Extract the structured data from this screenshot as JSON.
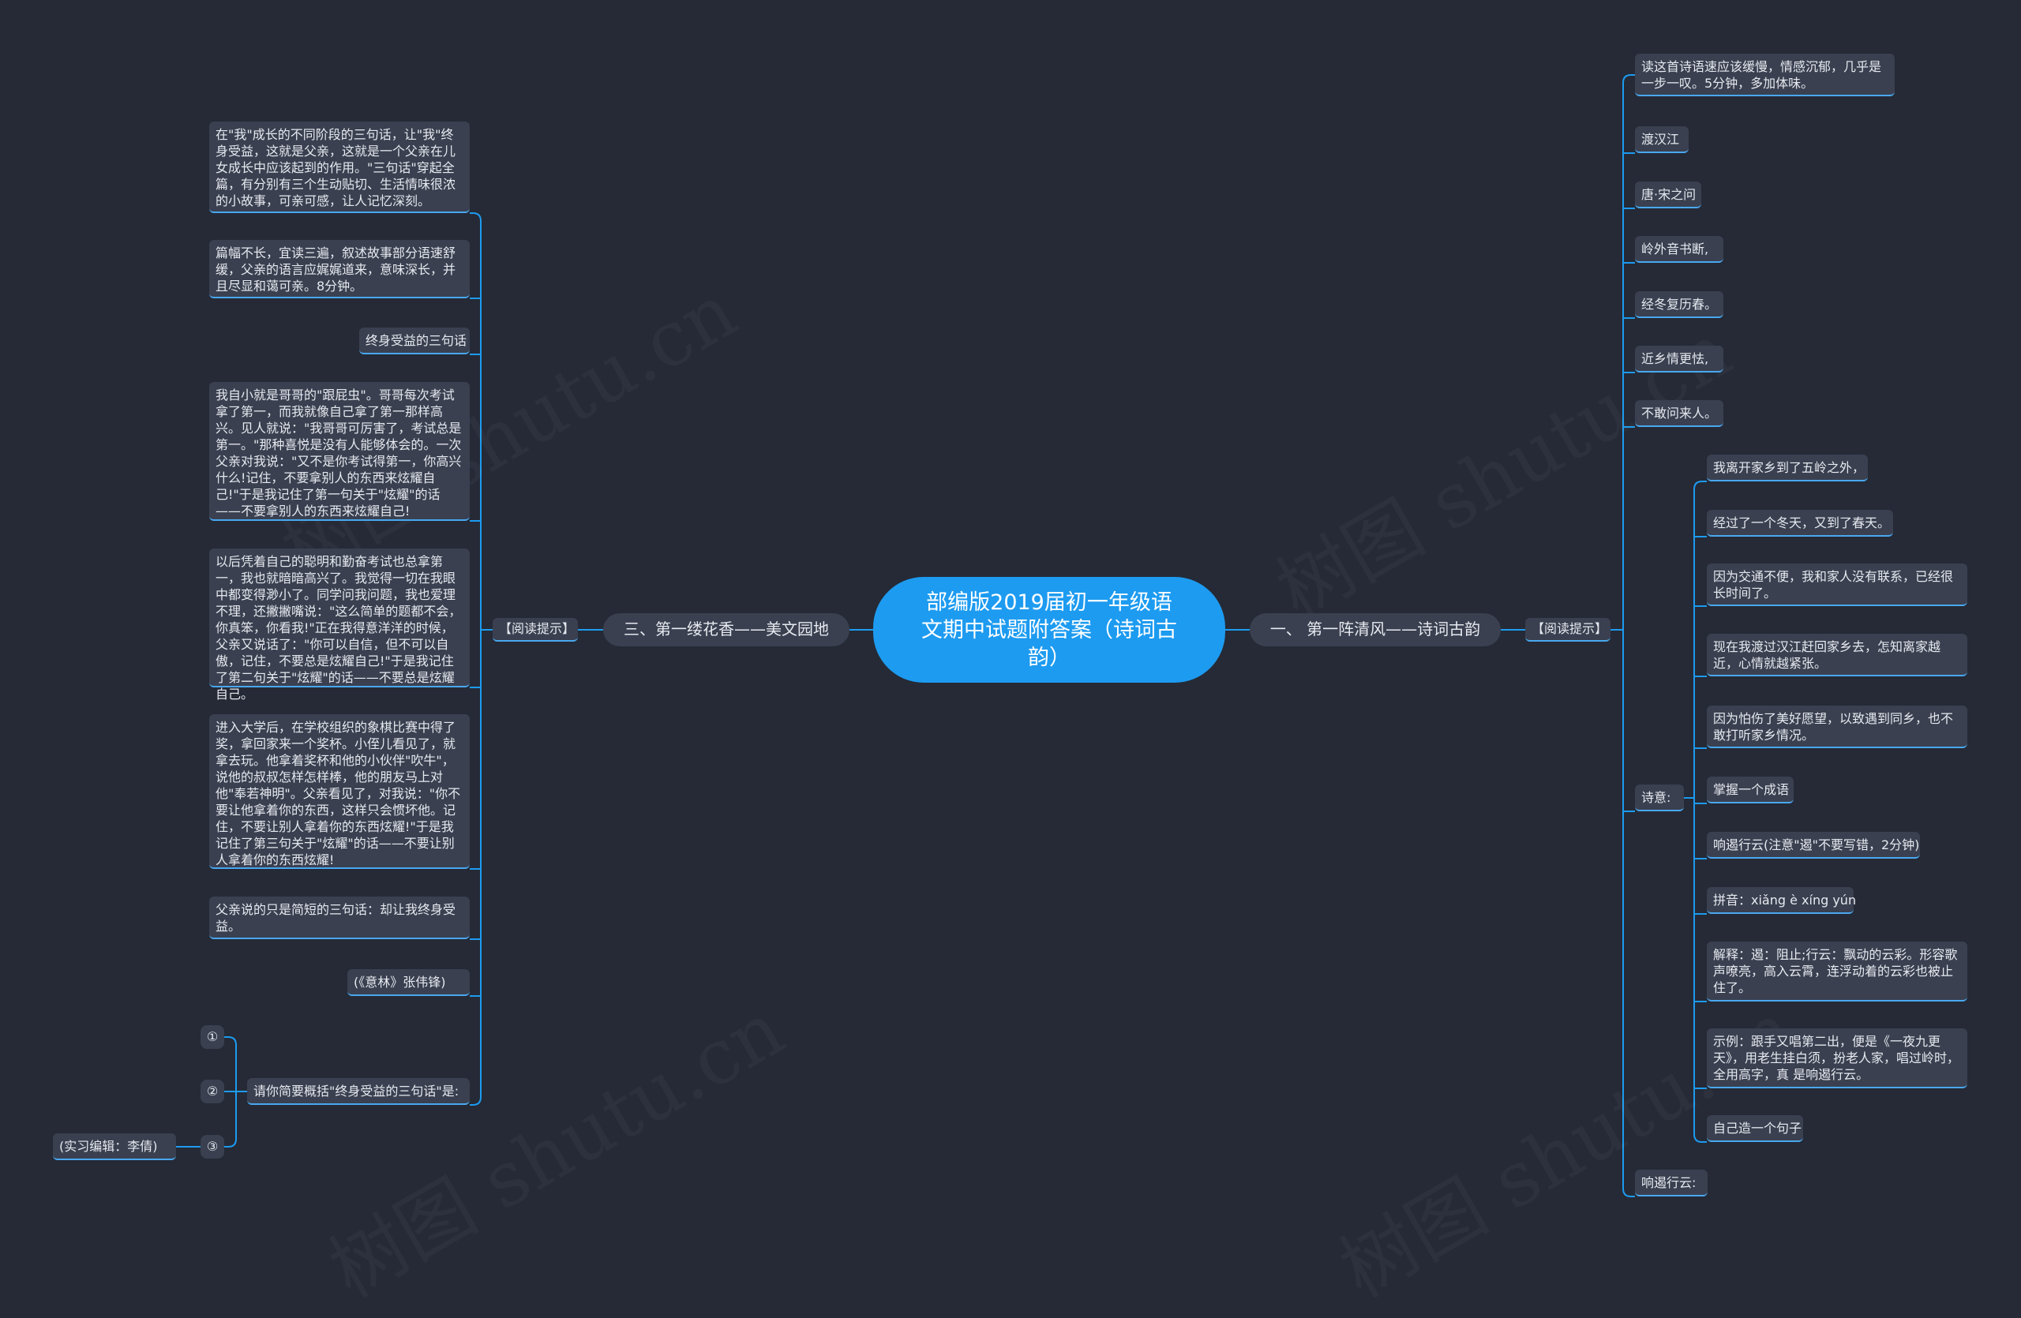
{
  "root": {
    "title": "部编版2019届初一年级语文期中试题附答案（诗词古韵）"
  },
  "right": {
    "branch": "一、 第一阵清风——诗词古韵",
    "hint": "【阅读提示】",
    "items": [
      "读这首诗语速应该缓慢，情感沉郁，几乎是一步一叹。5分钟，多加体味。",
      "渡汉江",
      "唐·宋之问",
      "岭外音书断,",
      "经冬复历春。",
      "近乡情更怯,",
      "不敢问来人。"
    ],
    "meaning_label": "诗意:",
    "meaning_items": [
      "我离开家乡到了五岭之外，",
      "经过了一个冬天，又到了春天。",
      "因为交通不便，我和家人没有联系，已经很长时间了。",
      "现在我渡过汉江赶回家乡去，怎知离家越近，心情就越紧张。",
      "因为怕伤了美好愿望，以致遇到同乡，也不敢打听家乡情况。",
      "掌握一个成语",
      "响遏行云(注意\"遏\"不要写错，2分钟)",
      "拼音：xiǎng è xíng yún",
      "解释：遏：阻止;行云：飘动的云彩。形容歌声嘹亮，高入云霄，连浮动着的云彩也被止住了。",
      "示例：跟手又唱第二出，便是《一夜九更天》，用老生挂白须，扮老人家，唱过岭时，全用高字，真 是响遏行云。",
      "自己造一个句子"
    ],
    "last": "响遏行云:"
  },
  "left": {
    "branch": "三、第一缕花香——美文园地",
    "hint": "【阅读提示】",
    "items": [
      "在\"我\"成长的不同阶段的三句话，让\"我\"终身受益，这就是父亲，这就是一个父亲在儿女成长中应该起到的作用。\"三句话\"穿起全篇，有分别有三个生动贴切、生活情味很浓的小故事，可亲可感，让人记忆深刻。",
      "篇幅不长，宜读三遍，叙述故事部分语速舒缓，父亲的语言应娓娓道来，意味深长，并且尽显和蔼可亲。8分钟。",
      "终身受益的三句话",
      "我自小就是哥哥的\"跟屁虫\"。哥哥每次考试拿了第一，而我就像自己拿了第一那样高兴。见人就说：\"我哥哥可厉害了，考试总是第一。\"那种喜悦是没有人能够体会的。一次父亲对我说：\"又不是你考试得第一，你高兴什么!记住，不要拿别人的东西来炫耀自己!\"于是我记住了第一句关于\"炫耀\"的话——不要拿别人的东西来炫耀自己!",
      "以后凭着自己的聪明和勤奋考试也总拿第一，我也就暗暗高兴了。我觉得一切在我眼中都变得渺小了。同学问我问题，我也爱理不理，还撇撇嘴说：\"这么简单的题都不会，你真笨，你看我!\"正在我得意洋洋的时候，父亲又说话了：\"你可以自信，但不可以自傲，记住，不要总是炫耀自己!\"于是我记住了第二句关于\"炫耀\"的话——不要总是炫耀自己。",
      "进入大学后，在学校组织的象棋比赛中得了奖，拿回家来一个奖杯。小侄儿看见了，就拿去玩。他拿着奖杯和他的小伙伴\"吹牛\"，说他的叔叔怎样怎样棒，他的朋友马上对他\"奉若神明\"。父亲看见了，对我说：\"你不要让他拿着你的东西，这样只会惯坏他。记住，不要让别人拿着你的东西炫耀!\"于是我记住了第三句关于\"炫耀\"的话——不要让别人拿着你的东西炫耀!",
      "父亲说的只是简短的三句话：却让我终身受益。",
      "(《意林》张伟锋)"
    ],
    "question": "请你简要概括\"终身受益的三句话\"是:",
    "answers": [
      "①",
      "②",
      "③"
    ],
    "editor": "(实习编辑：李倩)"
  },
  "colors": {
    "background": "#252a36",
    "node": "#3a4050",
    "link": "#1d9bf0",
    "root": "#1d9bf0"
  },
  "watermark": "树图 shutu.cn"
}
